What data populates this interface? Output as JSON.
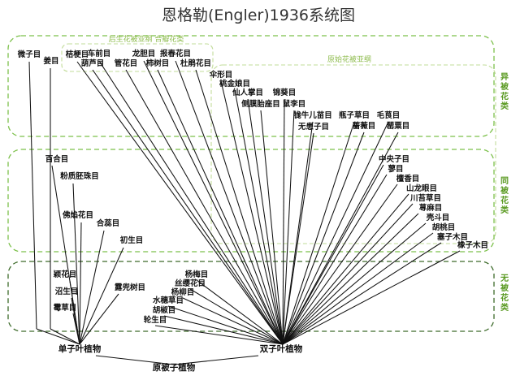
{
  "title": "恩格勒(Engler)1936系统图",
  "groups": {
    "heteropetalae": "异被花类",
    "homochlamydeae": "同被花类",
    "apetalae": "无被花类",
    "sympetalae": "后生花被亚纲 合瓣花类",
    "archichlamydeae": "原始花被亚纲"
  },
  "nodes": {
    "protoangiosperm": "原被子植物",
    "monocot": "单子叶植物",
    "dicot": "双子叶植物",
    "pandanales": "微子目",
    "helobiae": "姜目",
    "liliales": "百合目",
    "farinosae": "粉质胚珠目",
    "spathiflorae": "佛焰花目",
    "synanthae": "合蕊目",
    "principes": "初生目",
    "glumiflorae": "颖花目",
    "helobiae2": "沼生目",
    "triuridales": "霉草目",
    "pandanales2": "露兜树目",
    "campanulales": "桔梗目",
    "plantaginales": "车前目",
    "gentianales": "龙胆目",
    "primulales": "报春花目",
    "cucurbitales": "葫芦目",
    "tubiflorae": "管花目",
    "ebenales": "柿树目",
    "ericales": "杜鹃花目",
    "umbelliflorae": "伞形目",
    "myrtiflorae": "桃金娘目",
    "opuntiales": "仙人掌目",
    "parietales": "侧膜胎座目",
    "malvales": "锦葵目",
    "rhamnales": "鼠李目",
    "geraniales": "牻牛儿苗目",
    "sapindales": "无患子目",
    "sarraceniales": "瓶子草目",
    "rosales": "蔷薇目",
    "ranales": "毛茛目",
    "rhoeadales": "罂粟目",
    "centrospermae": "中央子目",
    "polygonales": "蓼目",
    "santalales": "檀香目",
    "proteales": "山龙眼目",
    "aristolochiales": "川苔草目",
    "urticales": "荨麻目",
    "garryales": "壳斗目",
    "juglandales": "胡桃目",
    "balanopsidales": "塞子木目",
    "casuarinales": "橡子木目",
    "myricales": "杨梅目",
    "julianiales": "丝缨花目",
    "salicales": "杨柳目",
    "piperales": "水穗草目",
    "juglandales2": "胡椒目",
    "verticillatae": "轮生目"
  }
}
